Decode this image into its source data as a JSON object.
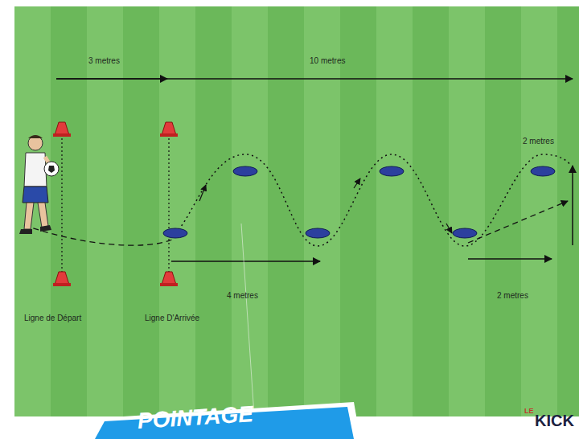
{
  "diagram": {
    "labels": [
      "3 metres",
      "10 metres",
      "2 metres",
      "4 metres",
      "2 metres",
      "Ligne de Départ",
      "Ligne D'Arrivée",
      "POINTAGE",
      "LE",
      "KICK"
    ]
  }
}
